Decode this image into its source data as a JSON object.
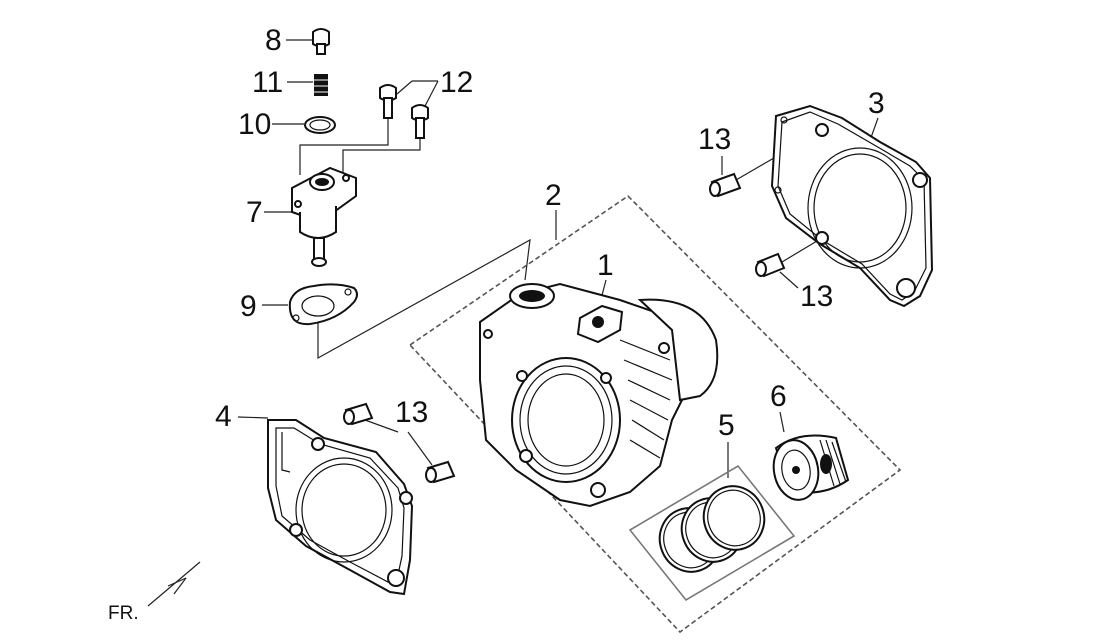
{
  "callouts": {
    "c1": "1",
    "c2": "2",
    "c3": "3",
    "c4": "4",
    "c5": "5",
    "c6": "6",
    "c7": "7",
    "c8": "8",
    "c9": "9",
    "c10": "10",
    "c11": "11",
    "c12": "12",
    "c13a": "13",
    "c13b": "13",
    "c13c": "13"
  },
  "orientation": {
    "label": "FR."
  }
}
